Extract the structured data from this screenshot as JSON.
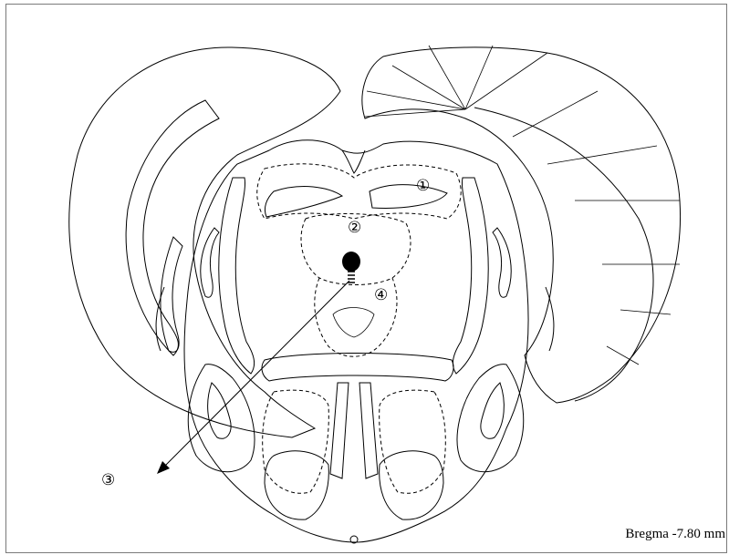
{
  "figure": {
    "markers": [
      "①",
      "②",
      "③",
      "④"
    ],
    "caption": "Bregma -7.80 mm",
    "lesion_color": "#000000",
    "line_color": "#000000"
  }
}
